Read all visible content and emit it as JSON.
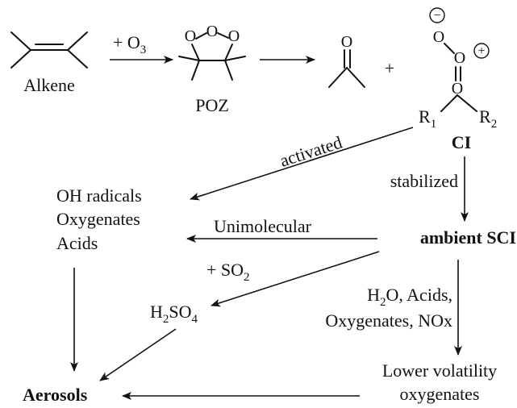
{
  "nodes": {
    "alkene": "Alkene",
    "ozone_reagent": "+ O",
    "ozone_subscript": "3",
    "poz": "POZ",
    "plus": "+",
    "ci": "CI",
    "r1": "R",
    "r1_subscript": "1",
    "r2": "R",
    "r2_subscript": "2",
    "oxygen": "O",
    "charge_minus": "−",
    "charge_plus": "+",
    "products_line1": "OH radicals",
    "products_line2": "Oxygenates",
    "products_line3": "Acids",
    "ambient_sci": "ambient SCI",
    "sulfuric_h": "H",
    "sulfuric_h_sub": "2",
    "sulfuric_so": "SO",
    "sulfuric_so_sub": "4",
    "lower_vol_line1": "Lower volatility",
    "lower_vol_line2": "oxygenates",
    "aerosols": "Aerosols"
  },
  "edges": {
    "activated": "activated",
    "stabilized": "stabilized",
    "unimolecular": "Unimolecular",
    "so2_reagent": "+ SO",
    "so2_subscript": "2",
    "bimolecular_line1": "H",
    "bimolecular_line1_sub": "2",
    "bimolecular_line1_rest": "O, Acids,",
    "bimolecular_line2": "Oxygenates, NOx"
  }
}
